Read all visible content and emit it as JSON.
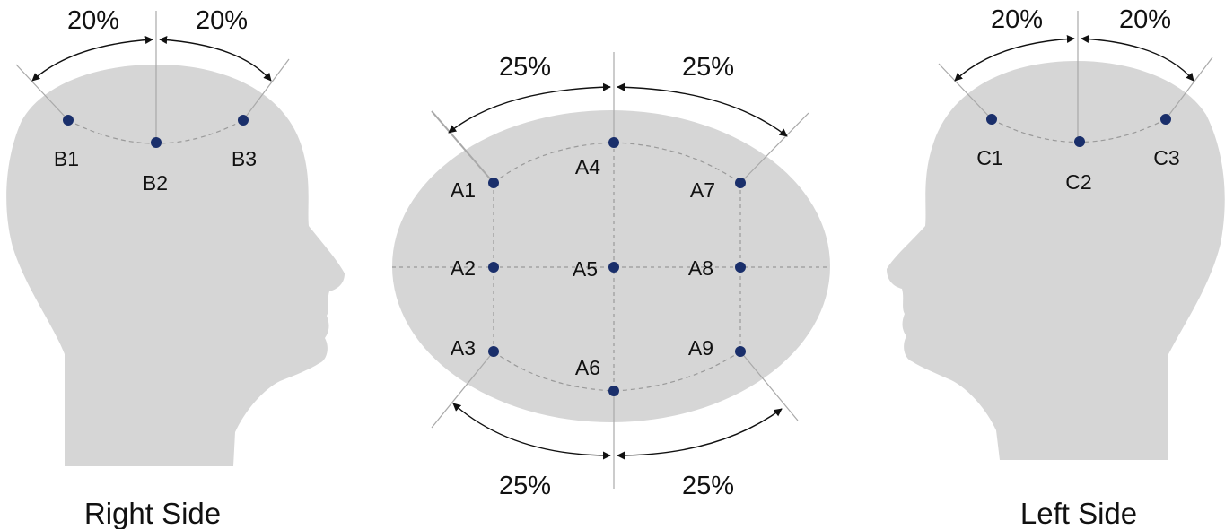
{
  "colors": {
    "head": "#d6d6d6",
    "electrode": "#1a2f6b",
    "guide_line": "#a9a9a9",
    "dashed_line": "#9a9a9a",
    "arrow": "#111111"
  },
  "right_side": {
    "caption": "Right Side",
    "electrodes": [
      "B1",
      "B2",
      "B3"
    ],
    "percent_left": "20%",
    "percent_right": "20%"
  },
  "top_view": {
    "electrodes": [
      "A1",
      "A2",
      "A3",
      "A4",
      "A5",
      "A6",
      "A7",
      "A8",
      "A9"
    ],
    "top_percent_left": "25%",
    "top_percent_right": "25%",
    "bottom_percent_left": "25%",
    "bottom_percent_right": "25%"
  },
  "left_side": {
    "caption": "Left Side",
    "electrodes": [
      "C1",
      "C2",
      "C3"
    ],
    "percent_left": "20%",
    "percent_right": "20%"
  }
}
